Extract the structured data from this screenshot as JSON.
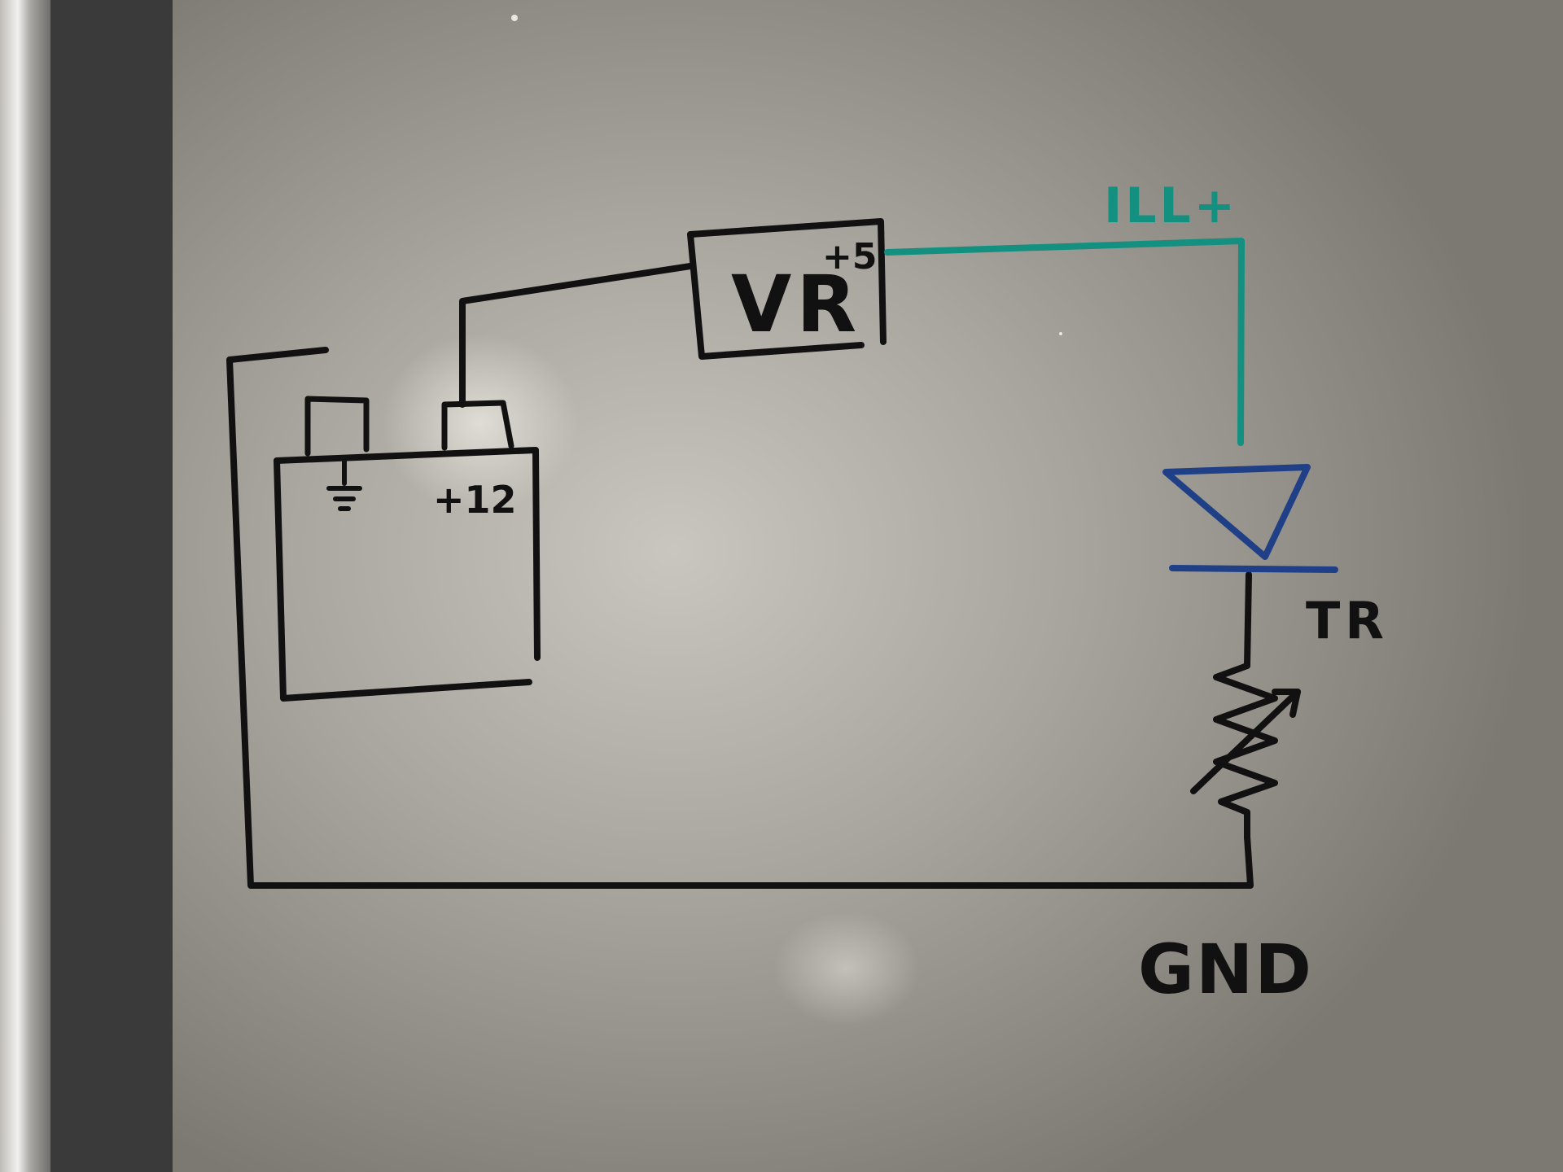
{
  "labels": {
    "vr": "VR",
    "vr_out": "+5",
    "battery_pos": "+12",
    "ill": "ILL+",
    "tr": "TR",
    "gnd": "GND"
  },
  "colors": {
    "black_marker": "#111111",
    "teal_marker": "#13907f",
    "blue_marker": "#1f3f86",
    "board": "#8e8a84",
    "frame": "#3f3f3f"
  }
}
